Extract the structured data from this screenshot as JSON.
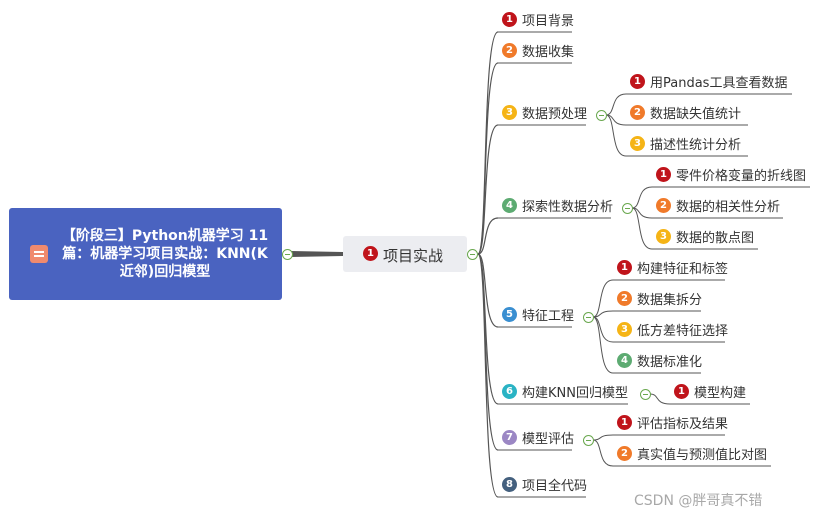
{
  "root": {
    "title": "【阶段三】Python机器学习 11篇：机器学习项目实战：KNN(K近邻)回归模型",
    "icon": "layers-icon"
  },
  "main_topic": {
    "number": "1",
    "label": "项目实战",
    "badge_color": "#c0141b"
  },
  "branches": [
    {
      "number": "1",
      "label": "项目背景",
      "color": "#c0141b",
      "children": []
    },
    {
      "number": "2",
      "label": "数据收集",
      "color": "#f07a2a",
      "children": []
    },
    {
      "number": "3",
      "label": "数据预处理",
      "color": "#f5b416",
      "children": [
        {
          "number": "1",
          "label": "用Pandas工具查看数据",
          "color": "#c0141b"
        },
        {
          "number": "2",
          "label": "数据缺失值统计",
          "color": "#f07a2a"
        },
        {
          "number": "3",
          "label": "描述性统计分析",
          "color": "#f5b416"
        }
      ]
    },
    {
      "number": "4",
      "label": "探索性数据分析",
      "color": "#5dab72",
      "children": [
        {
          "number": "1",
          "label": "零件价格变量的折线图",
          "color": "#c0141b"
        },
        {
          "number": "2",
          "label": "数据的相关性分析",
          "color": "#f07a2a"
        },
        {
          "number": "3",
          "label": "数据的散点图",
          "color": "#f5b416"
        }
      ]
    },
    {
      "number": "5",
      "label": "特征工程",
      "color": "#3a8fd1",
      "children": [
        {
          "number": "1",
          "label": "构建特征和标签",
          "color": "#c0141b"
        },
        {
          "number": "2",
          "label": "数据集拆分",
          "color": "#f07a2a"
        },
        {
          "number": "3",
          "label": "低方差特征选择",
          "color": "#f5b416"
        },
        {
          "number": "4",
          "label": "数据标准化",
          "color": "#5dab72"
        }
      ]
    },
    {
      "number": "6",
      "label": "构建KNN回归模型",
      "color": "#2ab3c4",
      "children": [
        {
          "number": "1",
          "label": "模型构建",
          "color": "#c0141b"
        }
      ]
    },
    {
      "number": "7",
      "label": "模型评估",
      "color": "#9b87c4",
      "children": [
        {
          "number": "1",
          "label": "评估指标及结果",
          "color": "#c0141b"
        },
        {
          "number": "2",
          "label": "真实值与预测值比对图",
          "color": "#f07a2a"
        }
      ]
    },
    {
      "number": "8",
      "label": "项目全代码",
      "color": "#44607e",
      "children": []
    }
  ],
  "watermark": "CSDN @胖哥真不错"
}
